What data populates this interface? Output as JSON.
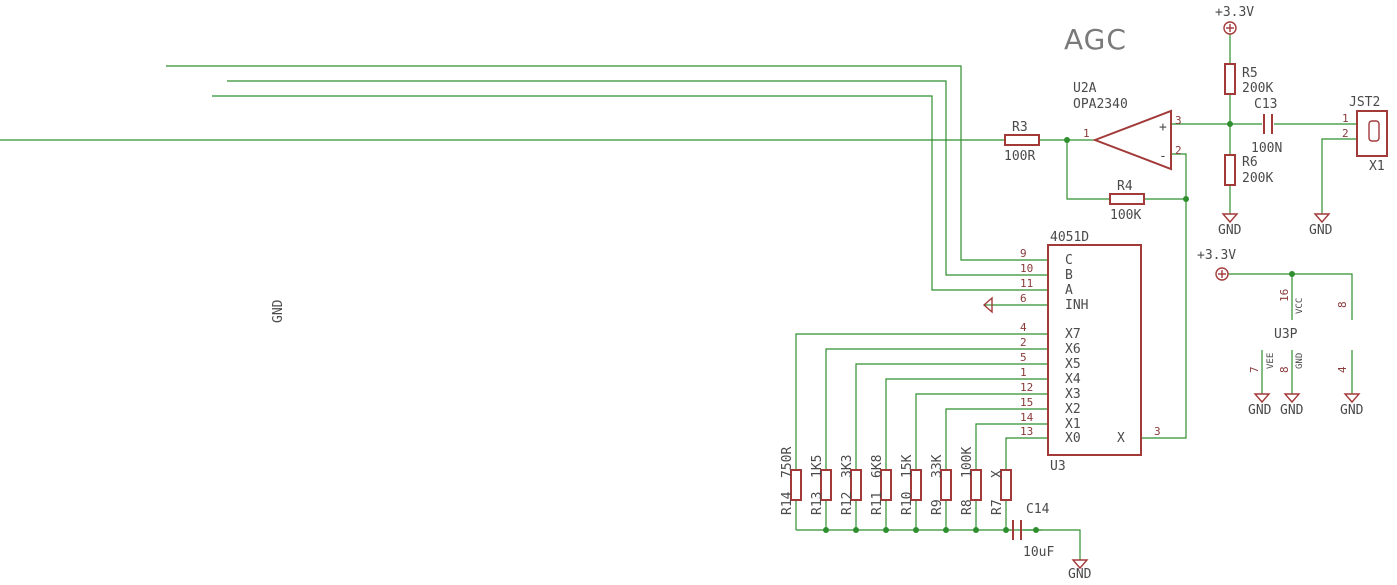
{
  "title": "AGC",
  "u2a": {
    "name": "U2A",
    "part": "OPA2340",
    "pin_in": "1",
    "pin_plus": "3",
    "pin_minus": "2",
    "plus": "+",
    "minus": "-"
  },
  "r3": {
    "name": "R3",
    "value": "100R"
  },
  "r4": {
    "name": "R4",
    "value": "100K"
  },
  "r5": {
    "name": "R5",
    "value": "200K"
  },
  "r6": {
    "name": "R6",
    "value": "200K"
  },
  "c13": {
    "name": "C13",
    "value": "100N"
  },
  "c14": {
    "name": "C14",
    "value": "10uF"
  },
  "jst2": {
    "name": "JST2",
    "part": "X1",
    "pin1": "1",
    "pin2": "2"
  },
  "supply": {
    "v33": "+3.3V",
    "gnd": "GND"
  },
  "u3": {
    "part": "4051D",
    "name": "U3",
    "x_label": "X",
    "x_pin": "3",
    "pins_left": [
      {
        "num": "9",
        "name": "C"
      },
      {
        "num": "10",
        "name": "B"
      },
      {
        "num": "11",
        "name": "A"
      },
      {
        "num": "6",
        "name": "INH"
      },
      {
        "num": "4",
        "name": "X7"
      },
      {
        "num": "2",
        "name": "X6"
      },
      {
        "num": "5",
        "name": "X5"
      },
      {
        "num": "1",
        "name": "X4"
      },
      {
        "num": "12",
        "name": "X3"
      },
      {
        "num": "15",
        "name": "X2"
      },
      {
        "num": "14",
        "name": "X1"
      },
      {
        "num": "13",
        "name": "X0"
      }
    ]
  },
  "u3p": {
    "name": "U3P",
    "vcc_pin": "16",
    "vcc": "VCC",
    "vee_pin": "7",
    "vee": "VEE",
    "gnd_pin": "8",
    "gnd_label": "GND",
    "pin8": "8",
    "pin4": "4"
  },
  "ladder": [
    {
      "name": "R14",
      "value": "750R"
    },
    {
      "name": "R13",
      "value": "1K5"
    },
    {
      "name": "R12",
      "value": "3K3"
    },
    {
      "name": "R11",
      "value": "6K8"
    },
    {
      "name": "R10",
      "value": "15K"
    },
    {
      "name": "R9",
      "value": "33K"
    },
    {
      "name": "R8",
      "value": "100K"
    },
    {
      "name": "R7",
      "value": "X"
    }
  ]
}
